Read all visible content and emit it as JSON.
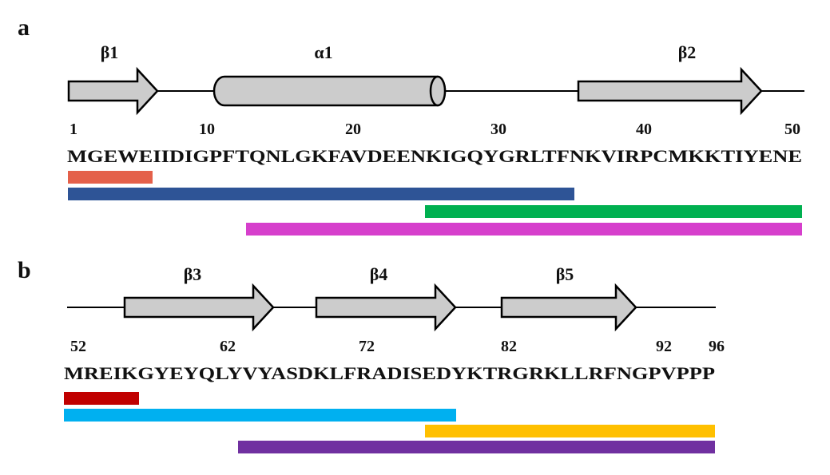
{
  "colors": {
    "shape_fill": "#cccccc",
    "shape_stroke": "#000000",
    "text": "#111111"
  },
  "panel_a": {
    "label": "a",
    "structure": [
      {
        "type": "strand",
        "label": "β1"
      },
      {
        "type": "helix",
        "label": "α1"
      },
      {
        "type": "strand",
        "label": "β2"
      }
    ],
    "numbers": [
      "1",
      "10",
      "20",
      "30",
      "40",
      "50"
    ],
    "sequence": "MGEWEIIDIGPFTQNLGKFAVDEENKIGQYGRLTFNKVIRPCMKKTIYENE",
    "bar_colors": [
      "#e4604a",
      "#2e5496",
      "#00b050",
      "#d63fcc"
    ]
  },
  "panel_b": {
    "label": "b",
    "structure": [
      {
        "type": "strand",
        "label": "β3"
      },
      {
        "type": "strand",
        "label": "β4"
      },
      {
        "type": "strand",
        "label": "β5"
      }
    ],
    "numbers": [
      "52",
      "62",
      "72",
      "82",
      "92",
      "96"
    ],
    "sequence": "MREIKGYEYQLYVYASDKLFRADISEDYKTRGRKLLRFNGPVPPP",
    "bar_colors": [
      "#c00000",
      "#00b0f0",
      "#ffc000",
      "#7030a0"
    ]
  }
}
